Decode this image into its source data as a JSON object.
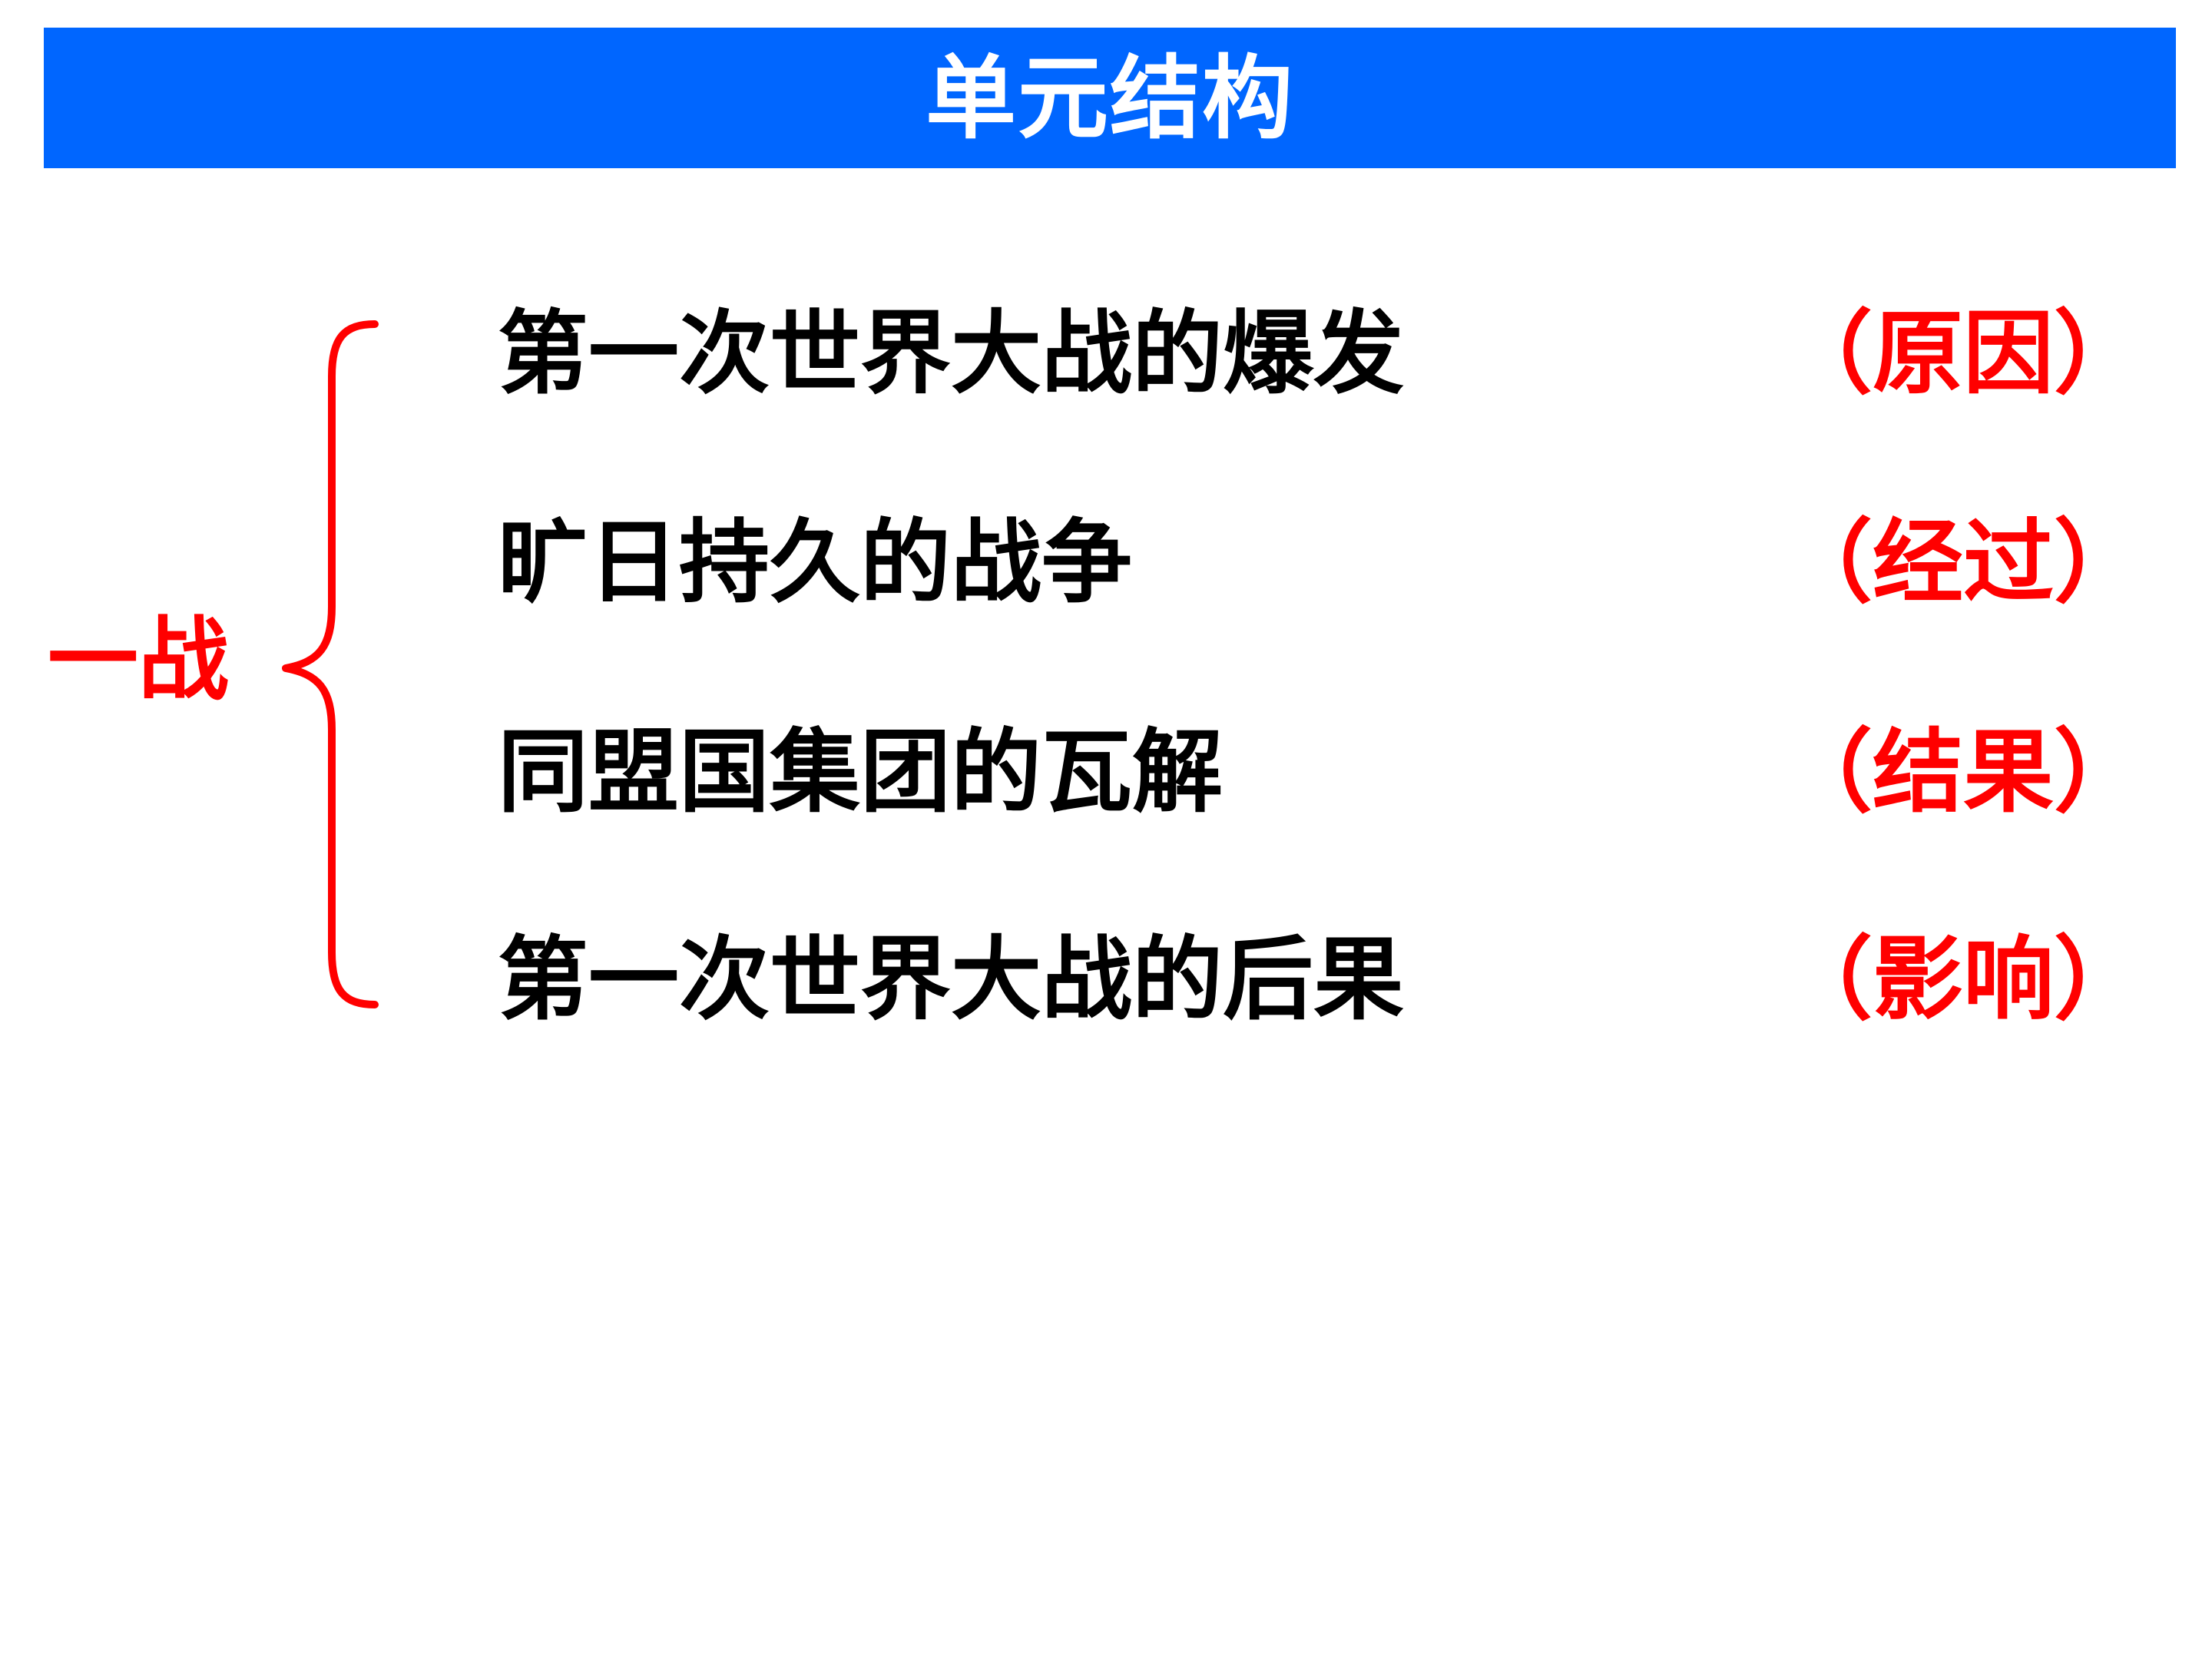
{
  "title": "单元结构",
  "root": "一战",
  "colors": {
    "header_bg": "#0066ff",
    "accent": "#ff0000",
    "text": "#000000"
  },
  "rows": [
    {
      "title": "第一次世界大战的爆发",
      "tag": "（原因）"
    },
    {
      "title": "旷日持久的战争",
      "tag": "（经过）"
    },
    {
      "title": "同盟国集团的瓦解",
      "tag": "（结果）"
    },
    {
      "title": "第一次世界大战的后果",
      "tag": "（影响）"
    }
  ]
}
